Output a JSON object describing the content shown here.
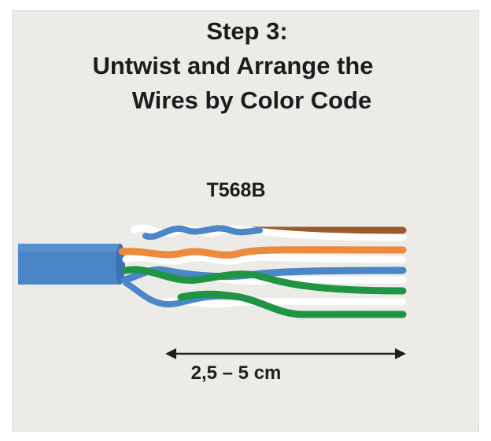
{
  "title": {
    "line1": "Step 3:",
    "line2": "Untwist and Arrange the",
    "line3": "Wires by Color Code"
  },
  "standard_label": "T568B",
  "measurement_label": "2,5 – 5 cm",
  "wires": [
    {
      "name": "white-blue",
      "base": "#ffffff",
      "stripe": "#4a86c8"
    },
    {
      "name": "brown",
      "base": "#9c5a2a"
    },
    {
      "name": "white-orange",
      "base": "#ffffff"
    },
    {
      "name": "orange",
      "base": "#ee8a3c"
    },
    {
      "name": "white-green",
      "base": "#ffffff"
    },
    {
      "name": "blue",
      "base": "#4a86c8"
    },
    {
      "name": "green",
      "base": "#1f9544"
    }
  ],
  "colors": {
    "cable_jacket": "#4a86c8",
    "background": "#ecebe8",
    "text": "#1c1c1c"
  }
}
